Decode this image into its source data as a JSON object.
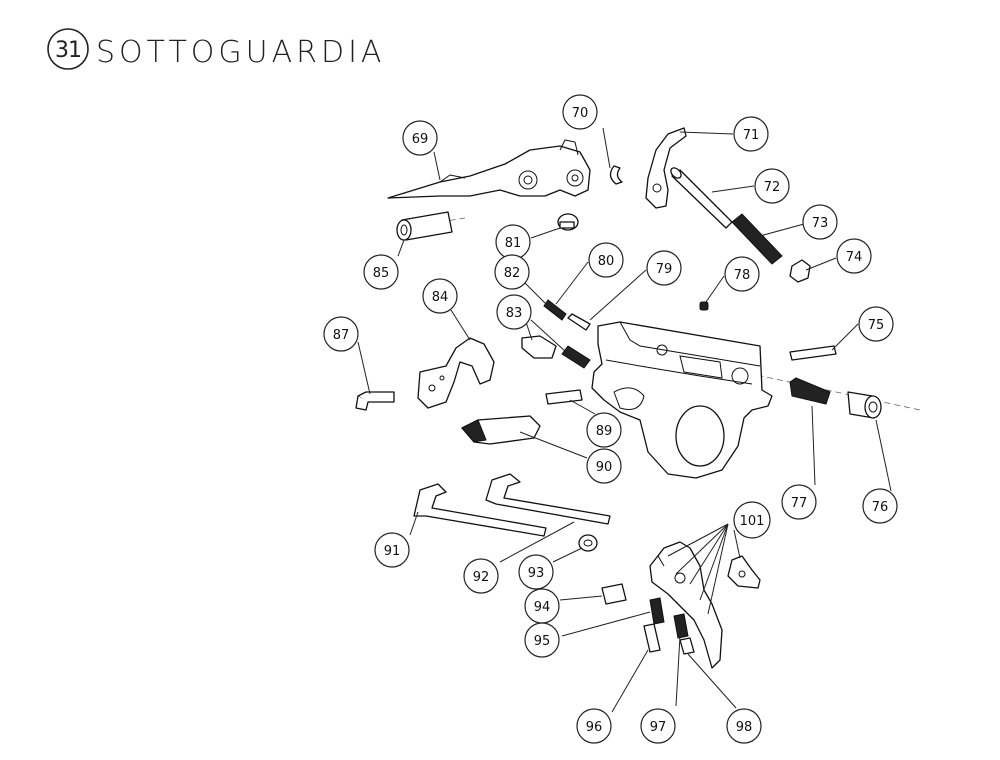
{
  "header": {
    "section_number": "31",
    "title": "SOTTOGUARDIA"
  },
  "callouts": [
    {
      "label": "69"
    },
    {
      "label": "70"
    },
    {
      "label": "71"
    },
    {
      "label": "72"
    },
    {
      "label": "73"
    },
    {
      "label": "74"
    },
    {
      "label": "75"
    },
    {
      "label": "76"
    },
    {
      "label": "77"
    },
    {
      "label": "78"
    },
    {
      "label": "79"
    },
    {
      "label": "80"
    },
    {
      "label": "81"
    },
    {
      "label": "82"
    },
    {
      "label": "83"
    },
    {
      "label": "84"
    },
    {
      "label": "85"
    },
    {
      "label": "87"
    },
    {
      "label": "89"
    },
    {
      "label": "90"
    },
    {
      "label": "91"
    },
    {
      "label": "92"
    },
    {
      "label": "93"
    },
    {
      "label": "94"
    },
    {
      "label": "95"
    },
    {
      "label": "96"
    },
    {
      "label": "97"
    },
    {
      "label": "98"
    },
    {
      "label": "101"
    }
  ]
}
